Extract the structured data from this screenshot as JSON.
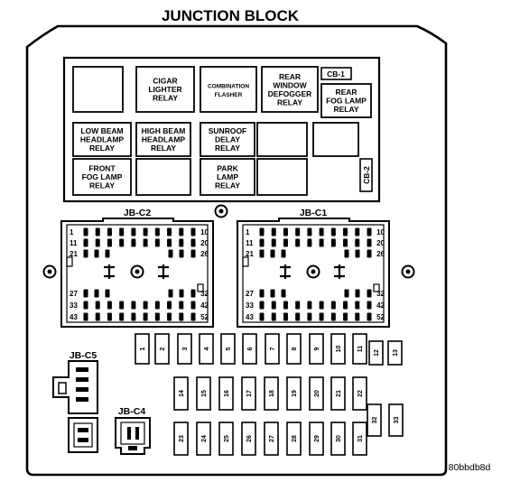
{
  "title": "JUNCTION BLOCK",
  "reference_code": "80bbdb8d",
  "relays": [
    {
      "id": "blank-1",
      "lines": []
    },
    {
      "id": "cigar-lighter",
      "lines": [
        "CIGAR",
        "LIGHTER",
        "RELAY"
      ]
    },
    {
      "id": "combination-flasher",
      "lines": [
        "COMBINATION",
        "FLASHER"
      ]
    },
    {
      "id": "rear-window-defogger",
      "lines": [
        "REAR",
        "WINDOW",
        "DEFOGGER",
        "RELAY"
      ]
    },
    {
      "id": "rear-fog-lamp",
      "lines": [
        "REAR",
        "FOG LAMP",
        "RELAY"
      ]
    },
    {
      "id": "low-beam-headlamp",
      "lines": [
        "LOW BEAM",
        "HEADLAMP",
        "RELAY"
      ]
    },
    {
      "id": "high-beam-headlamp",
      "lines": [
        "HIGH BEAM",
        "HEADLAMP",
        "RELAY"
      ]
    },
    {
      "id": "sunroof-delay",
      "lines": [
        "SUNROOF",
        "DELAY",
        "RELAY"
      ]
    },
    {
      "id": "blank-2",
      "lines": []
    },
    {
      "id": "blank-3",
      "lines": []
    },
    {
      "id": "front-fog-lamp",
      "lines": [
        "FRONT",
        "FOG LAMP",
        "RELAY"
      ]
    },
    {
      "id": "blank-4",
      "lines": []
    },
    {
      "id": "park-lamp",
      "lines": [
        "PARK",
        "LAMP",
        "RELAY"
      ]
    },
    {
      "id": "blank-5",
      "lines": []
    }
  ],
  "circuit_breakers": {
    "cb1": "CB-1",
    "cb2": "CB-2"
  },
  "connectors": {
    "jb_c2": {
      "label": "JB-C2",
      "left_pins": [
        "1",
        "11",
        "21",
        "27",
        "33",
        "43"
      ],
      "right_pins": [
        "10",
        "20",
        "26",
        "32",
        "42",
        "52"
      ]
    },
    "jb_c1": {
      "label": "JB-C1",
      "left_pins": [
        "1",
        "11",
        "21",
        "27",
        "33",
        "43"
      ],
      "right_pins": [
        "10",
        "20",
        "26",
        "32",
        "42",
        "52"
      ]
    },
    "jb_c5": {
      "label": "JB-C5"
    },
    "jb_c4": {
      "label": "JB-C4"
    }
  },
  "fuses": [
    "1",
    "2",
    "3",
    "4",
    "5",
    "6",
    "7",
    "8",
    "9",
    "10",
    "11",
    "12",
    "13",
    "14",
    "15",
    "16",
    "17",
    "18",
    "19",
    "20",
    "21",
    "22",
    "23",
    "24",
    "25",
    "26",
    "27",
    "28",
    "29",
    "30",
    "31",
    "32",
    "33"
  ]
}
